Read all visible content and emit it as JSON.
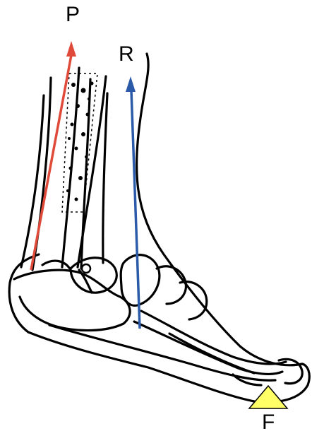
{
  "labels": {
    "effort": "P",
    "resistance": "R",
    "fulcrum": "F"
  },
  "colors": {
    "effort_arrow": "#e04a3a",
    "resistance_arrow": "#2a5aa8",
    "fulcrum_fill": "#ffff66",
    "line": "#000000"
  }
}
